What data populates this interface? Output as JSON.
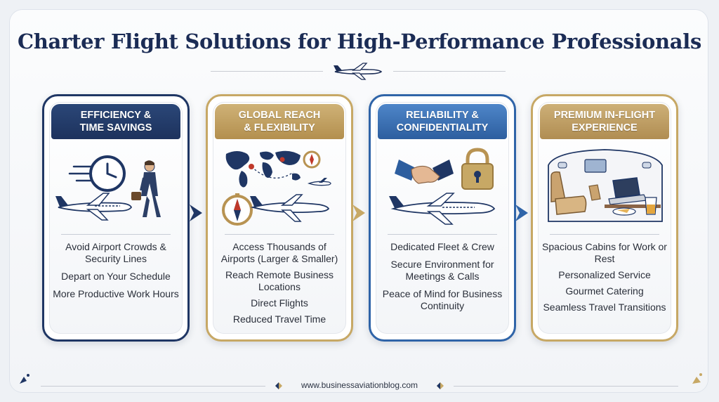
{
  "title": "Charter Flight Solutions for High-Performance Professionals",
  "cards": [
    {
      "header_line1": "EFFICIENCY &",
      "header_line2": "TIME SAVINGS",
      "items": [
        "Avoid Airport Crowds & Security Lines",
        "Depart on Your Schedule",
        "More Productive Work Hours"
      ]
    },
    {
      "header_line1": "GLOBAL REACH",
      "header_line2": "& FLEXIBILITY",
      "items": [
        "Access Thousands of Airports (Larger & Smaller)",
        "Reach Remote Business Locations",
        "Direct Flights",
        "Reduced Travel Time"
      ]
    },
    {
      "header_line1": "RELIABILITY &",
      "header_line2": "CONFIDENTIALITY",
      "items": [
        "Dedicated Fleet & Crew",
        "Secure Environment for Meetings & Calls",
        "Peace of Mind for Business Continuity"
      ]
    },
    {
      "header_line1": "PREMIUM IN-FLIGHT",
      "header_line2": "EXPERIENCE",
      "items": [
        "Spacious Cabins for Work or Rest",
        "Personalized Service",
        "Gourmet Catering",
        "Seamless Travel Transitions"
      ]
    }
  ],
  "footer": {
    "website": "www.businessaviationblog.com"
  },
  "colors": {
    "navy": "#1f3664",
    "gold": "#c7a865",
    "blue": "#2f64a8"
  },
  "icons": [
    "plane-icon",
    "clock-icon",
    "businessman-icon",
    "world-map-icon",
    "compass-icon",
    "handshake-icon",
    "padlock-icon",
    "cabin-interior-icon",
    "laptop-icon",
    "coffee-icon"
  ]
}
